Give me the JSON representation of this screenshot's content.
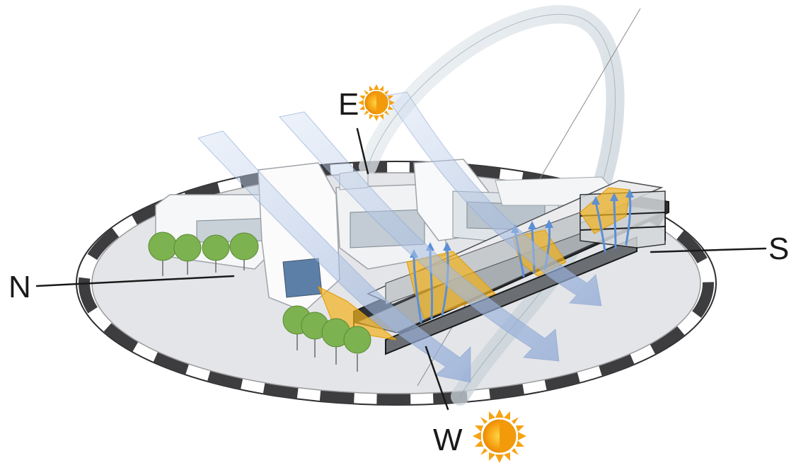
{
  "compass": {
    "north": "N",
    "south": "S",
    "east": "E",
    "west": "W"
  },
  "icons": {
    "sun_east": "sun-icon",
    "sun_west": "sun-icon"
  },
  "colors": {
    "sun_path": "#c9d4dc",
    "wind_arrow": "#9fb8dc",
    "solar_gain": "#f2b21e",
    "airflow_arrow": "#5b8fd6",
    "ground": "#e4e5e8",
    "ring_dark": "#3d3d3f",
    "tree": "#7cb24f",
    "sun_core": "#f39a0b"
  }
}
